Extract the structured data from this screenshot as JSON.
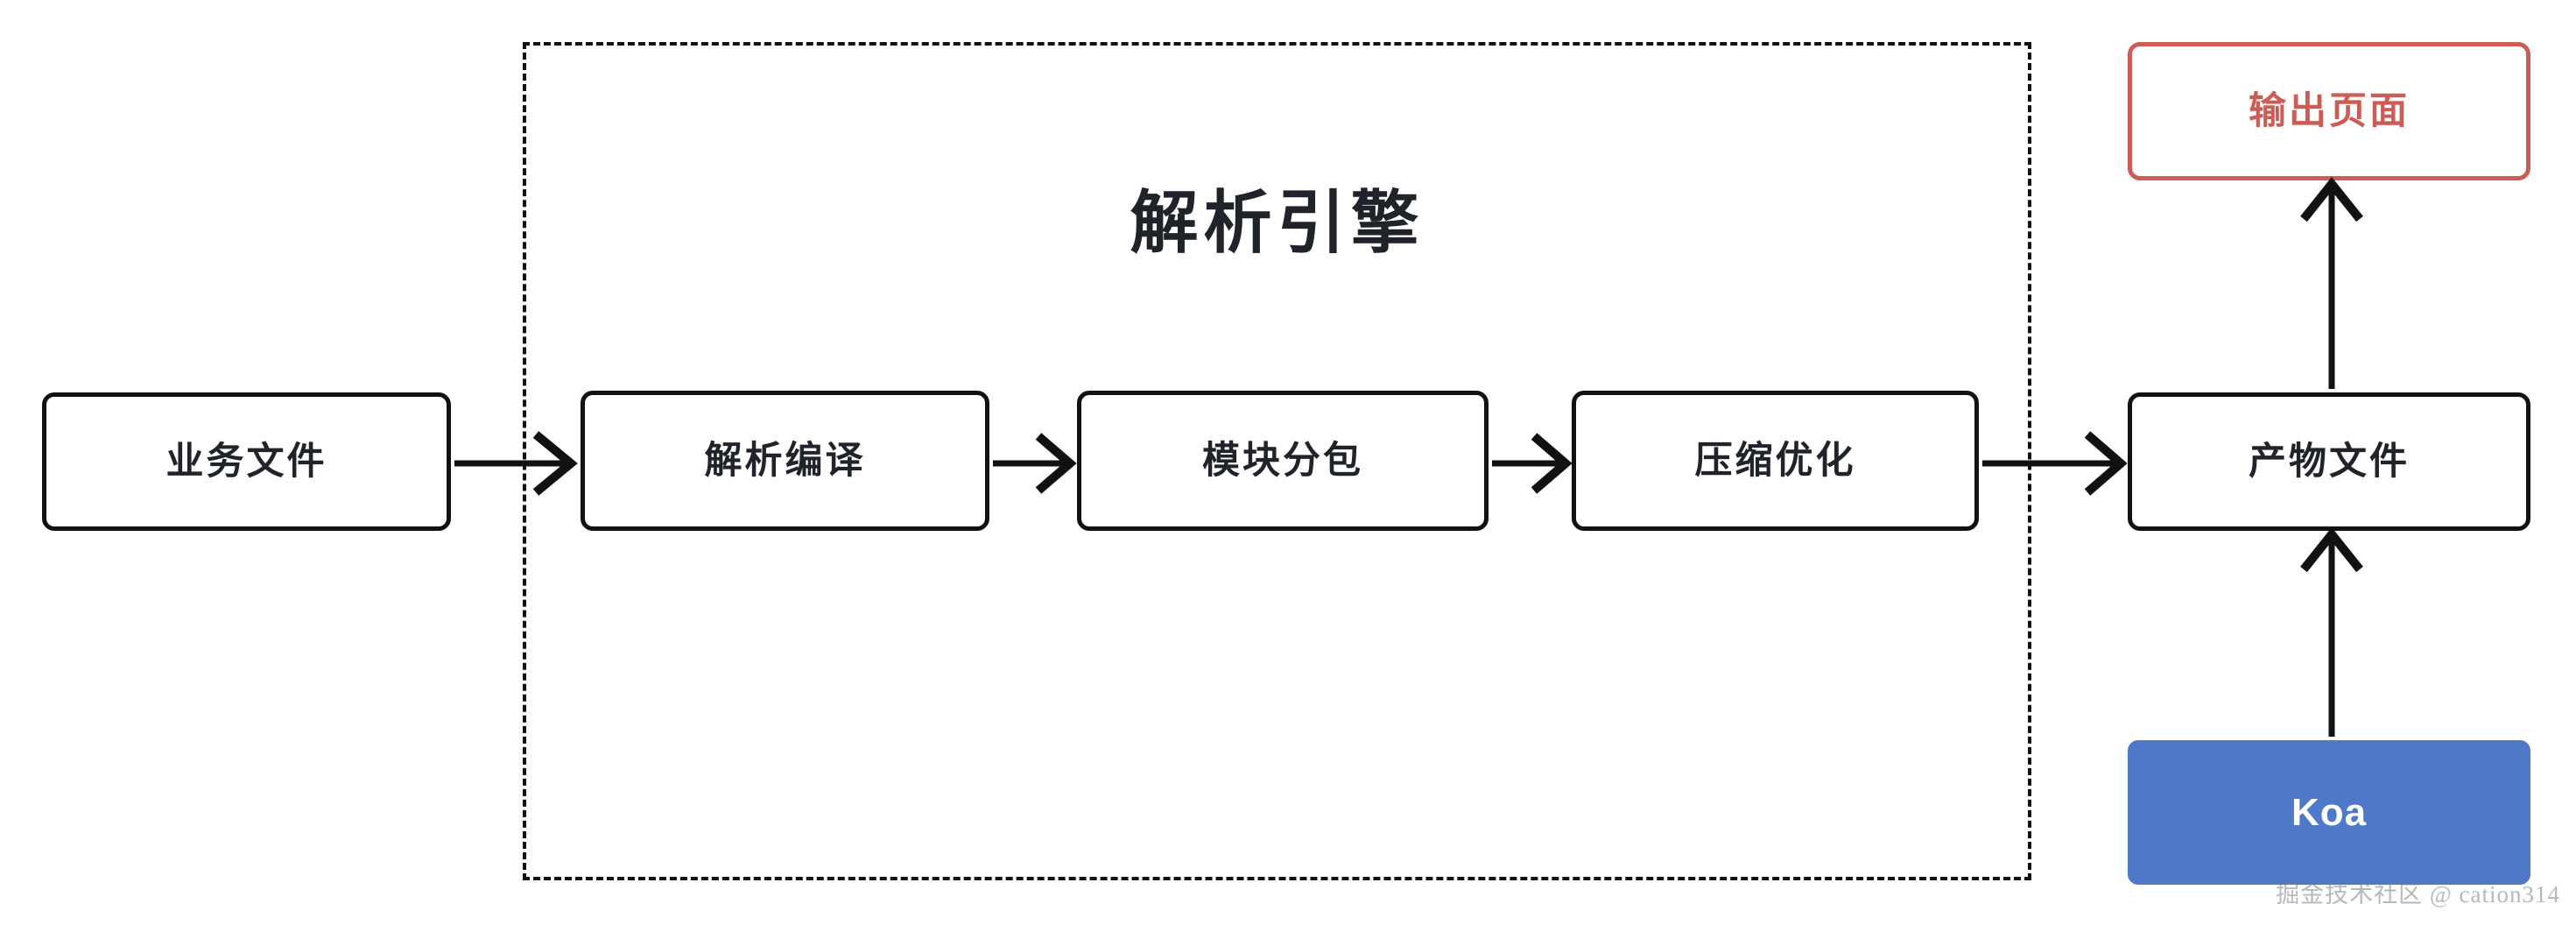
{
  "diagram": {
    "title": "解析引擎",
    "watermark": "掘金技术社区 @ cation314",
    "background": "#ffffff",
    "colors": {
      "node_border": "#111111",
      "node_text": "#20232a",
      "output_accent": "#cd5c57",
      "koa_fill": "#4e79c8",
      "koa_text": "#ffffff",
      "connector": "#111111",
      "container_border": "#111111",
      "watermark_text": "#787d87"
    },
    "nodes": [
      {
        "id": "source",
        "label": "业务文件",
        "style": "outlined",
        "group": "outside-left"
      },
      {
        "id": "parse",
        "label": "解析编译",
        "style": "outlined",
        "group": "engine"
      },
      {
        "id": "chunk",
        "label": "模块分包",
        "style": "outlined",
        "group": "engine"
      },
      {
        "id": "minify",
        "label": "压缩优化",
        "style": "outlined",
        "group": "engine"
      },
      {
        "id": "artifact",
        "label": "产物文件",
        "style": "outlined",
        "group": "outside-right"
      },
      {
        "id": "output",
        "label": "输出页面",
        "style": "outlined-red",
        "group": "outside-right"
      },
      {
        "id": "koa",
        "label": "Koa",
        "style": "filled-blue",
        "group": "outside-right"
      }
    ],
    "container": {
      "label": "解析引擎",
      "border_style": "dashed",
      "contains": [
        "parse",
        "chunk",
        "minify"
      ]
    },
    "edges": [
      {
        "from": "source",
        "to": "parse",
        "direction": "right"
      },
      {
        "from": "parse",
        "to": "chunk",
        "direction": "right"
      },
      {
        "from": "chunk",
        "to": "minify",
        "direction": "right"
      },
      {
        "from": "minify",
        "to": "artifact",
        "direction": "right"
      },
      {
        "from": "artifact",
        "to": "output",
        "direction": "up"
      },
      {
        "from": "koa",
        "to": "artifact",
        "direction": "up"
      }
    ]
  }
}
